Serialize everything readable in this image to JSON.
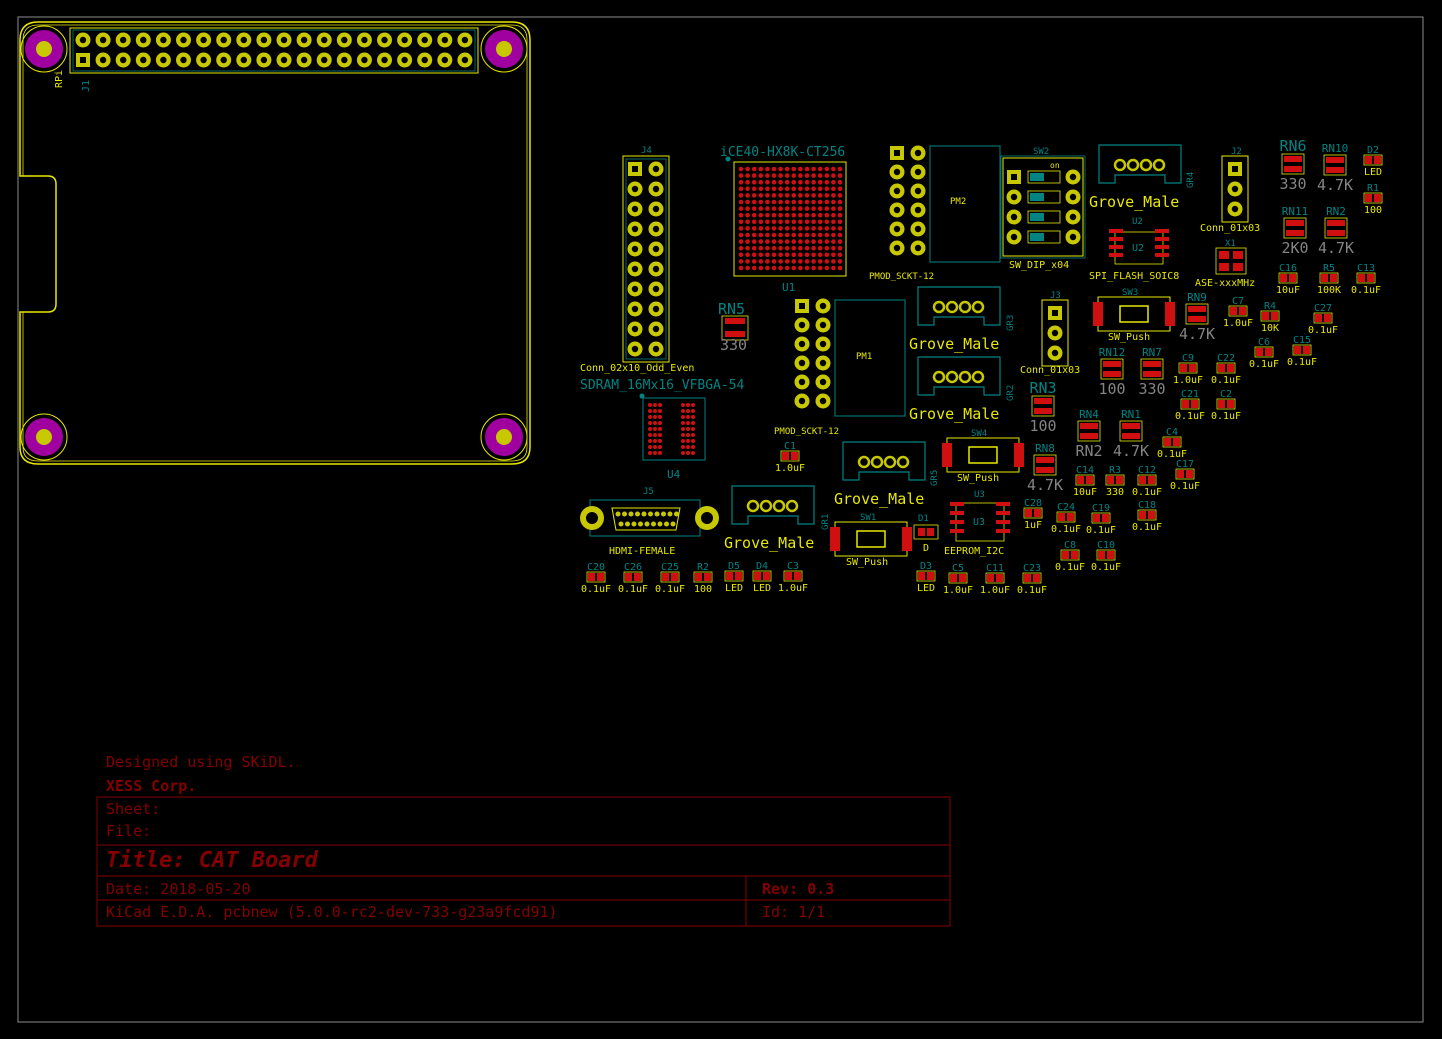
{
  "colors": {
    "background": "#000000",
    "frame": "#8c8c8c",
    "titleblock": "#840000",
    "silk": "#e8e800",
    "fab": "#008484",
    "pad": "#c8c800",
    "smd": "#d01010",
    "via": "#a000a0",
    "value_text": "#848484"
  },
  "titleblock": {
    "designed_by": "Designed using SKiDL.",
    "company": "XESS Corp.",
    "sheet": "Sheet:",
    "file": "File:",
    "title": "Title: CAT Board",
    "date": "Date: 2018-05-20",
    "rev": "Rev: 0.3",
    "tool": "KiCad E.D.A.  pcbnew (5.0.0-rc2-dev-733-g23a9fcd91)",
    "id": "Id: 1/1"
  },
  "components": [
    {
      "ref": "RPi",
      "value": ""
    },
    {
      "ref": "J1",
      "value": ""
    },
    {
      "ref": "J4",
      "value": "Conn_02x10_Odd_Even"
    },
    {
      "ref": "U1",
      "value": "iCE40-HX8K-CT256"
    },
    {
      "ref": "U4",
      "value": "SDRAM_16Mx16_VFBGA-54"
    },
    {
      "ref": "RN5",
      "value": "330"
    },
    {
      "ref": "PM1",
      "value": "PMOD_SCKT-12"
    },
    {
      "ref": "PM2",
      "value": "PMOD_SCKT-12"
    },
    {
      "ref": "SW2",
      "value": "SW_DIP_x04"
    },
    {
      "ref": "GR4",
      "value": "Grove_Male"
    },
    {
      "ref": "GR3",
      "value": "Grove_Male"
    },
    {
      "ref": "GR2",
      "value": "Grove_Male"
    },
    {
      "ref": "GR5",
      "value": "Grove_Male"
    },
    {
      "ref": "GR1",
      "value": "Grove_Male"
    },
    {
      "ref": "J2",
      "value": "Conn_01x03"
    },
    {
      "ref": "J3",
      "value": "Conn_01x03"
    },
    {
      "ref": "U2",
      "value": "SPI_FLASH_SOIC8"
    },
    {
      "ref": "X1",
      "value": "ASE-xxxMHz"
    },
    {
      "ref": "SW3",
      "value": "SW_Push"
    },
    {
      "ref": "SW4",
      "value": "SW_Push"
    },
    {
      "ref": "SW1",
      "value": "SW_Push"
    },
    {
      "ref": "U3",
      "value": "EEPROM_I2C"
    },
    {
      "ref": "J5",
      "value": "HDMI-FEMALE"
    },
    {
      "ref": "D1",
      "value": "D"
    }
  ],
  "small_parts": [
    {
      "ref": "RN6",
      "value": "330"
    },
    {
      "ref": "RN10",
      "value": "4.7K"
    },
    {
      "ref": "D2",
      "value": "LED"
    },
    {
      "ref": "R1",
      "value": "100"
    },
    {
      "ref": "RN11",
      "value": "2K0"
    },
    {
      "ref": "RN2",
      "value": "4.7K"
    },
    {
      "ref": "C16",
      "value": "10uF"
    },
    {
      "ref": "R5",
      "value": "100K"
    },
    {
      "ref": "C13",
      "value": "0.1uF"
    },
    {
      "ref": "RN9",
      "value": "4.7K"
    },
    {
      "ref": "C7",
      "value": "1.0uF"
    },
    {
      "ref": "R4",
      "value": "10K"
    },
    {
      "ref": "C27",
      "value": "0.1uF"
    },
    {
      "ref": "C15",
      "value": "0.1uF"
    },
    {
      "ref": "C6",
      "value": "0.1uF"
    },
    {
      "ref": "RN12",
      "value": "100"
    },
    {
      "ref": "RN7",
      "value": "330"
    },
    {
      "ref": "C9",
      "value": "1.0uF"
    },
    {
      "ref": "C22",
      "value": "0.1uF"
    },
    {
      "ref": "C21",
      "value": "0.1uF"
    },
    {
      "ref": "C2",
      "value": "0.1uF"
    },
    {
      "ref": "RN3",
      "value": "100"
    },
    {
      "ref": "RN4",
      "value": "RN2"
    },
    {
      "ref": "RN1",
      "value": "4.7K"
    },
    {
      "ref": "C4",
      "value": "0.1uF"
    },
    {
      "ref": "RN8",
      "value": "4.7K"
    },
    {
      "ref": "C14",
      "value": "10uF"
    },
    {
      "ref": "R3",
      "value": "330"
    },
    {
      "ref": "C12",
      "value": "0.1uF"
    },
    {
      "ref": "C17",
      "value": "0.1uF"
    },
    {
      "ref": "C28",
      "value": "1uF"
    },
    {
      "ref": "C24",
      "value": "0.1uF"
    },
    {
      "ref": "C19",
      "value": "0.1uF"
    },
    {
      "ref": "C18",
      "value": "0.1uF"
    },
    {
      "ref": "C8",
      "value": "0.1uF"
    },
    {
      "ref": "C10",
      "value": "0.1uF"
    },
    {
      "ref": "C1",
      "value": "1.0uF"
    },
    {
      "ref": "C20",
      "value": "0.1uF"
    },
    {
      "ref": "C26",
      "value": "0.1uF"
    },
    {
      "ref": "C25",
      "value": "0.1uF"
    },
    {
      "ref": "R2",
      "value": "100"
    },
    {
      "ref": "D5",
      "value": "LED"
    },
    {
      "ref": "D4",
      "value": "LED"
    },
    {
      "ref": "C3",
      "value": "1.0uF"
    },
    {
      "ref": "D3",
      "value": "LED"
    },
    {
      "ref": "C5",
      "value": "1.0uF"
    },
    {
      "ref": "C11",
      "value": "1.0uF"
    },
    {
      "ref": "C23",
      "value": "0.1uF"
    }
  ]
}
